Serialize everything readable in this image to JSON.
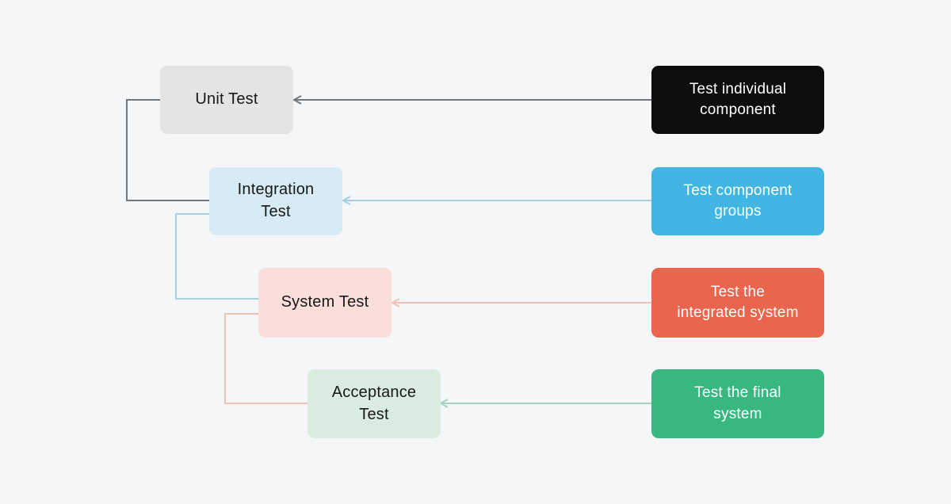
{
  "diagram": {
    "stages": [
      {
        "id": "unit-test",
        "label": "Unit Test",
        "description": "Test individual\ncomponent"
      },
      {
        "id": "integration-test",
        "label": "Integration\nTest",
        "description": "Test component\ngroups"
      },
      {
        "id": "system-test",
        "label": "System Test",
        "description": "Test the\nintegrated system"
      },
      {
        "id": "acceptance-test",
        "label": "Acceptance\nTest",
        "description": "Test the final\nsystem"
      }
    ],
    "colors": {
      "background": "#f4f6f8",
      "stage_text": "#17181a",
      "desc_text": "#ffffff",
      "stage_fills": {
        "unit": "#e4e4e5",
        "integration": "#d7ebf4",
        "system": "#f9ded9",
        "acceptance": "#d9ecdf"
      },
      "desc_fills": {
        "unit": "#0e0e10",
        "integration": "#41b6e3",
        "system": "#e9654e",
        "acceptance": "#38b780"
      },
      "connectors": {
        "gray": "#74787c",
        "blue": "#a8cfdf",
        "salmon": "#eec0b6",
        "teal": "#a6d3c1"
      }
    }
  }
}
